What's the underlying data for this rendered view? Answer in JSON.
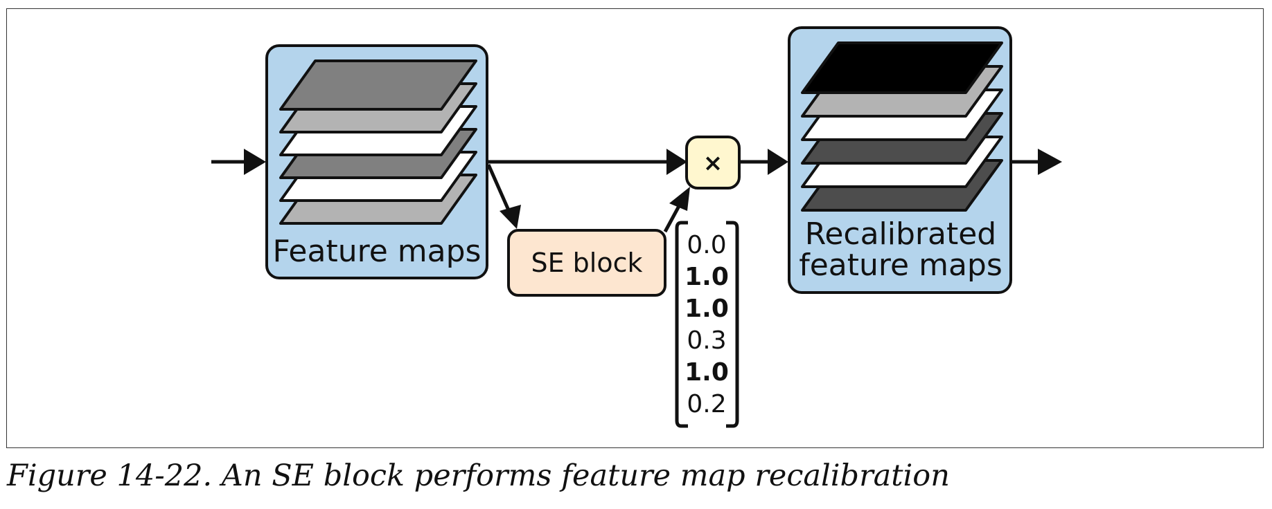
{
  "diagram": {
    "feature_maps_label": "Feature maps",
    "se_block_label": "SE block",
    "multiply_symbol": "×",
    "recalibrated_label_line1": "Recalibrated",
    "recalibrated_label_line2": "feature maps",
    "input_layers": [
      {
        "shade": "#808080"
      },
      {
        "shade": "#b3b3b3"
      },
      {
        "shade": "#ffffff"
      },
      {
        "shade": "#808080"
      },
      {
        "shade": "#ffffff"
      },
      {
        "shade": "#b3b3b3"
      }
    ],
    "output_layers": [
      {
        "shade": "#000000"
      },
      {
        "shade": "#b3b3b3"
      },
      {
        "shade": "#ffffff"
      },
      {
        "shade": "#4d4d4d"
      },
      {
        "shade": "#ffffff"
      },
      {
        "shade": "#4d4d4d"
      }
    ],
    "weights": [
      {
        "value": "0.0",
        "bold": false
      },
      {
        "value": "1.0",
        "bold": true
      },
      {
        "value": "1.0",
        "bold": true
      },
      {
        "value": "0.3",
        "bold": false
      },
      {
        "value": "1.0",
        "bold": true
      },
      {
        "value": "0.2",
        "bold": false
      }
    ],
    "colors": {
      "box_blue": "#b4d4ec",
      "se_peach": "#fde6d0",
      "multiply_yellow": "#fff7cf",
      "stroke": "#111111"
    }
  },
  "caption": "Figure 14-22. An SE block performs feature map recalibration"
}
